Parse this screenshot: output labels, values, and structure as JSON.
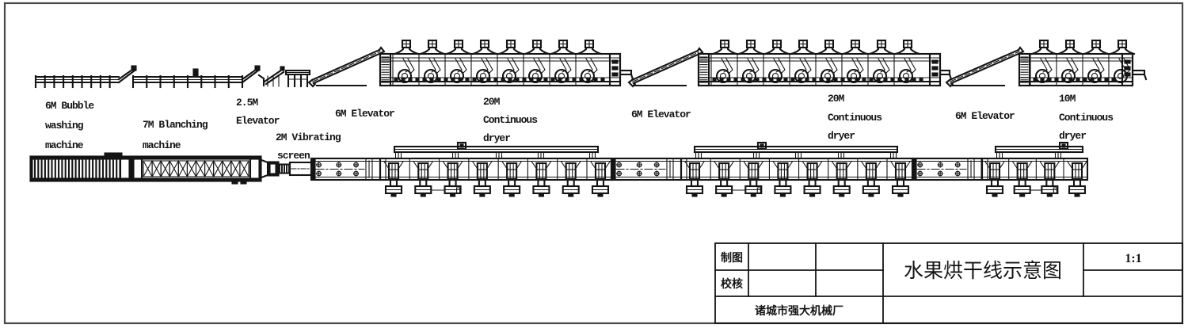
{
  "title_block": {
    "drawing_title": "水果烘干线示意图",
    "scale": "1:1",
    "manufacturer": "诸城市强大机械厂",
    "drawn_by": {
      "label": "制图",
      "value": "",
      "extra": ""
    },
    "checked_by": {
      "label": "校核",
      "value": "",
      "extra": ""
    },
    "scale_secondary": "",
    "notes": ""
  },
  "equipment": [
    {
      "key": "washer",
      "label": [
        "6M Bubble",
        "washing",
        "machine"
      ]
    },
    {
      "key": "blancher",
      "label": [
        "7M Blanching",
        "machine"
      ]
    },
    {
      "key": "small_elevator",
      "label": [
        "2.5M",
        "Elevator"
      ]
    },
    {
      "key": "vibrating_screen",
      "label": [
        "2M Vibrating",
        "screen"
      ]
    },
    {
      "key": "elevator_1",
      "label": [
        "6M Elevator"
      ]
    },
    {
      "key": "dryer_1",
      "label": [
        "20M",
        "Continuous",
        "dryer"
      ],
      "fan_units": 8
    },
    {
      "key": "elevator_2",
      "label": [
        "6M Elevator"
      ]
    },
    {
      "key": "dryer_2",
      "label": [
        "20M",
        "Continuous",
        "dryer"
      ],
      "fan_units": 8
    },
    {
      "key": "elevator_3",
      "label": [
        "6M Elevator"
      ]
    },
    {
      "key": "dryer_3",
      "label": [
        "10M",
        "Continuous",
        "dryer"
      ],
      "fan_units": 4
    }
  ]
}
